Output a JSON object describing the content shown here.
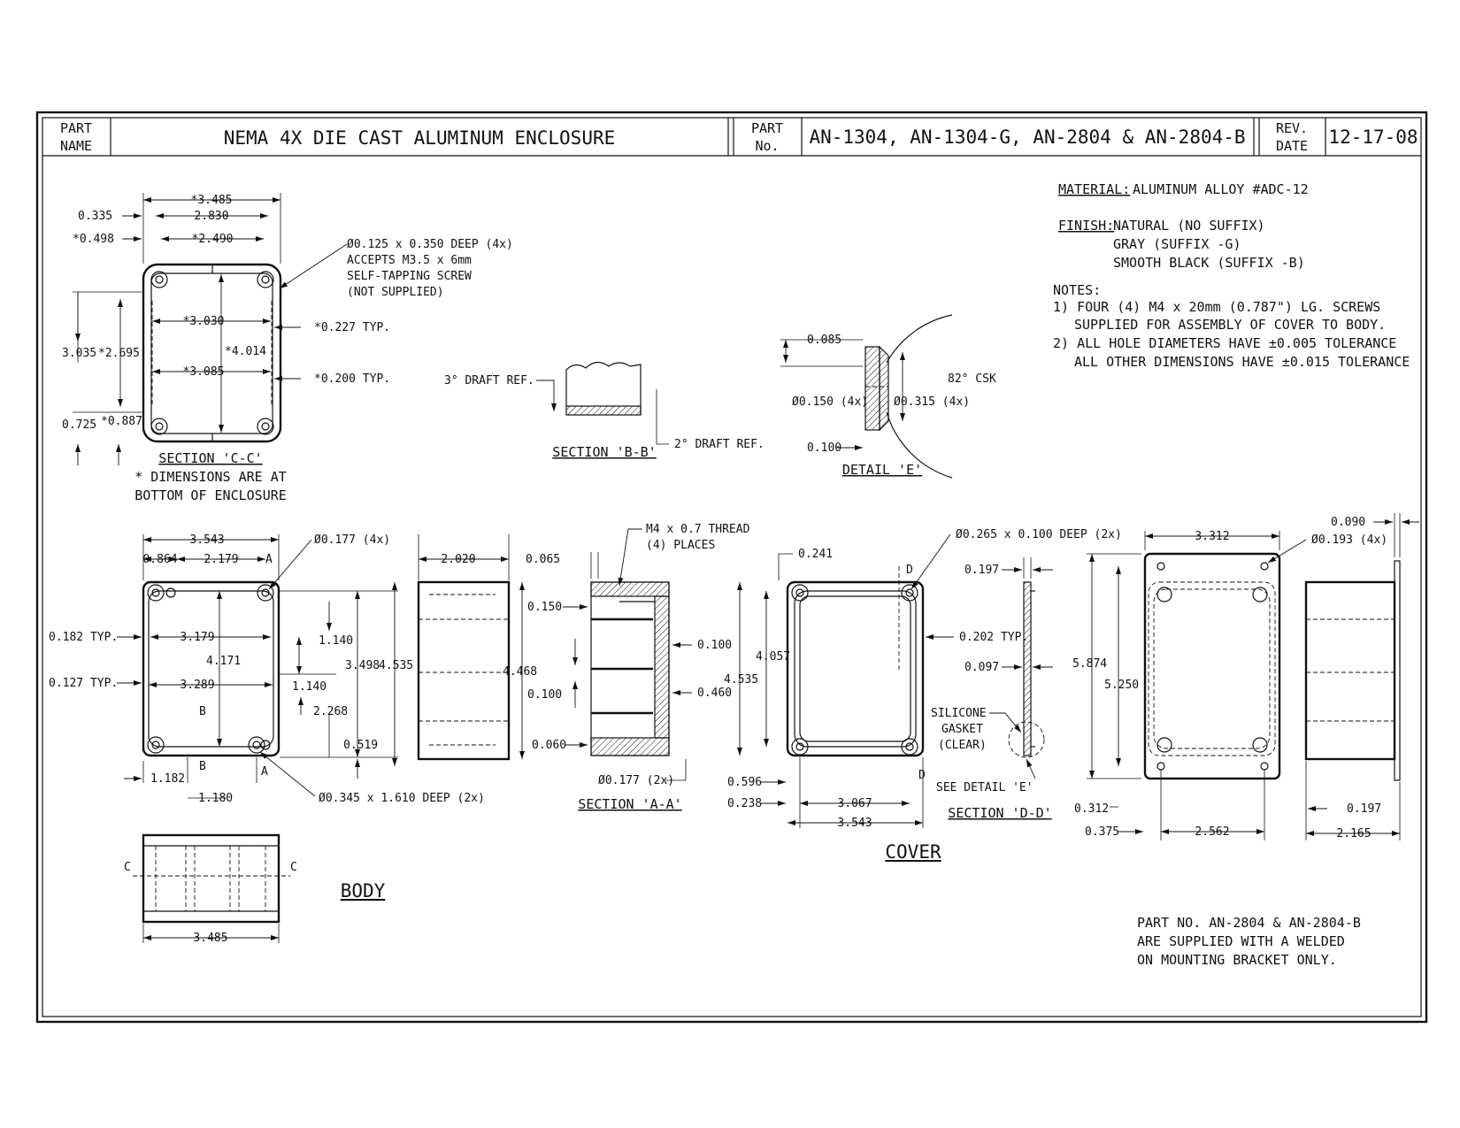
{
  "title_block": {
    "part_name_label_1": "PART",
    "part_name_label_2": "NAME",
    "part_name": "NEMA 4X DIE CAST ALUMINUM ENCLOSURE",
    "part_no_label_1": "PART",
    "part_no_label_2": "No.",
    "part_numbers": "AN-1304, AN-1304-G, AN-2804 & AN-2804-B",
    "rev_label_1": "REV.",
    "rev_label_2": "DATE",
    "rev_date": "12-17-08"
  },
  "material": {
    "label": "MATERIAL:",
    "value": "ALUMINUM ALLOY #ADC-12"
  },
  "finish": {
    "label": "FINISH:",
    "lines": [
      "NATURAL (NO SUFFIX)",
      "GRAY (SUFFIX -G)",
      "SMOOTH BLACK (SUFFIX -B)"
    ]
  },
  "notes": {
    "label": "NOTES:",
    "lines": [
      "1) FOUR (4) M4 x 20mm (0.787\") LG. SCREWS",
      "SUPPLIED FOR ASSEMBLY OF COVER TO BODY.",
      "2) ALL HOLE DIAMETERS HAVE ±0.005 TOLERANCE",
      "ALL OTHER DIMENSIONS HAVE ±0.015 TOLERANCE"
    ]
  },
  "bracket_note": [
    "PART NO. AN-2804 & AN-2804-B",
    "ARE SUPPLIED WITH A WELDED",
    "ON MOUNTING BRACKET ONLY."
  ],
  "section_cc": {
    "title": "SECTION 'C-C'",
    "note_1": "* DIMENSIONS ARE AT",
    "note_2": "BOTTOM OF ENCLOSURE",
    "dims": {
      "w_top": "*3.485",
      "w_2830": "2.830",
      "w_2490": "*2.490",
      "off_0335": "0.335",
      "off_0498": "*0.498",
      "in_3030": "*3.030",
      "in_3085": "*3.085",
      "h_4014": "*4.014",
      "h_3035": "3.035",
      "h_2695": "*2.695",
      "h_0725": "0.725",
      "h_0887": "*0.887",
      "wall_0227": "*0.227 TYP.",
      "wall_0200": "*0.200 TYP."
    },
    "hole_note": [
      "Ø0.125 x 0.350 DEEP (4x)",
      "ACCEPTS M3.5 x 6mm",
      "SELF-TAPPING SCREW",
      "(NOT SUPPLIED)"
    ]
  },
  "section_bb": {
    "title": "SECTION 'B-B'",
    "draft_3": "3° DRAFT REF.",
    "draft_2": "2° DRAFT REF."
  },
  "detail_e": {
    "title": "DETAIL 'E'",
    "d_0085": "0.085",
    "d_0150": "Ø0.150 (4x)",
    "d_0315": "Ø0.315 (4x)",
    "d_0100": "0.100",
    "csk": "82° CSK"
  },
  "body_top": {
    "w_3543": "3.543",
    "w_0864": "0.864",
    "w_2179": "2.179",
    "hole_0177": "Ø0.177 (4x)",
    "typ_0182": "0.182 TYP.",
    "typ_0127": "0.127 TYP.",
    "in_3179": "3.179",
    "in_3289": "3.289",
    "h_4171": "4.171",
    "h_1140a": "1.140",
    "h_1140b": "1.140",
    "h_3498": "3.498",
    "h_4535": "4.535",
    "h_2268": "2.268",
    "h_0519": "0.519",
    "w_1182": "1.182",
    "w_1180": "1.180",
    "hole_0345": "Ø0.345 x 1.610 DEEP (2x)",
    "label_a": "A",
    "label_b": "B"
  },
  "body_side": {
    "w_2020": "2.020",
    "h_4468": "4.468"
  },
  "section_aa": {
    "title": "SECTION 'A-A'",
    "thread": [
      "M4 x 0.7 THREAD",
      "(4) PLACES"
    ],
    "d_0065": "0.065",
    "d_0150": "0.150",
    "d_0100a": "0.100",
    "d_0100b": "0.100",
    "d_0460": "0.460",
    "d_0060": "0.060",
    "hole_0177": "Ø0.177 (2x)"
  },
  "body_bottom": {
    "title": "BODY",
    "w_3485": "3.485",
    "label_c": "C"
  },
  "cover": {
    "title": "COVER",
    "d_0241": "0.241",
    "h_4057": "4.057",
    "h_4535": "4.535",
    "hole_0265": "Ø0.265 x 0.100 DEEP (2x)",
    "typ_0202": "0.202 TYP.",
    "d_0596": "0.596",
    "d_0238": "0.238",
    "w_3067": "3.067",
    "w_3543": "3.543",
    "label_d": "D"
  },
  "section_dd": {
    "title": "SECTION 'D-D'",
    "d_0197": "0.197",
    "d_0097": "0.097",
    "gasket": [
      "SILICONE",
      "GASKET",
      "(CLEAR)"
    ],
    "see_detail": "SEE DETAIL 'E'"
  },
  "bracket": {
    "w_3312": "3.312",
    "hole_0193": "Ø0.193 (4x)",
    "h_5874": "5.874",
    "h_5250": "5.250",
    "d_0312": "0.312",
    "d_0375": "0.375",
    "w_2562": "2.562",
    "d_0090": "0.090",
    "d_0197": "0.197",
    "w_2165": "2.165"
  }
}
